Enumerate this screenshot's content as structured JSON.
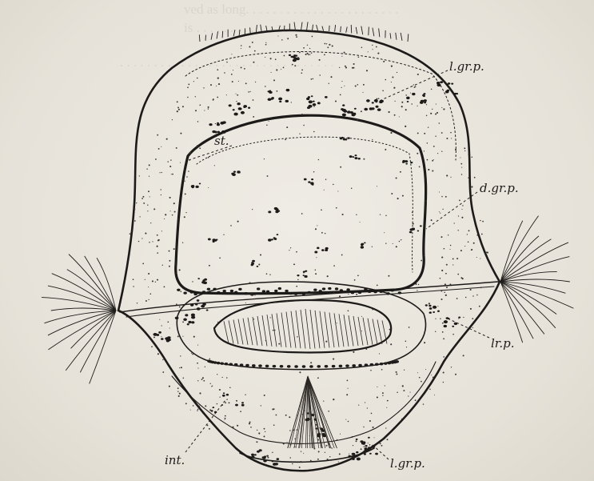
{
  "figure": {
    "labels": {
      "lgrp_top": "l.gr.p.",
      "st": "st.",
      "dgrp": "d.gr.p.",
      "lrp": "lr.p.",
      "int": "int.",
      "lgrp_bottom": "l.gr.p."
    }
  }
}
